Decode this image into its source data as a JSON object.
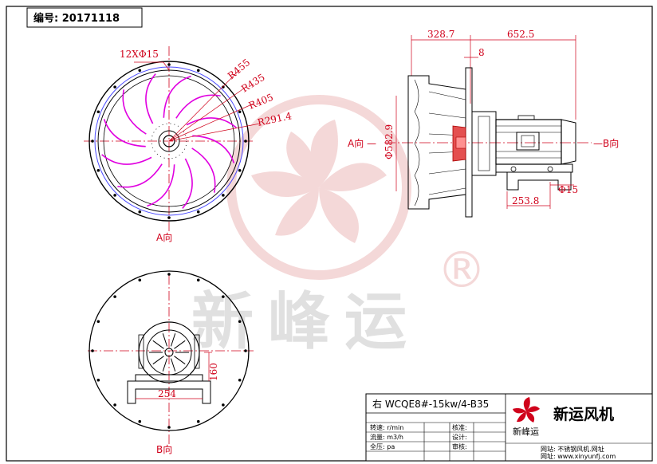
{
  "drawing_number_label": "编号: 20171118",
  "front_view": {
    "hole_note": "12XΦ15",
    "radii": [
      "R455",
      "R435",
      "R405",
      "R291.4"
    ],
    "view_label": "A向"
  },
  "side_view": {
    "dim_left": "328.7",
    "dim_right": "652.5",
    "dim_thickness": "8",
    "diameter": "Φ582.9",
    "foot_hole": "Φ15",
    "foot_span": "253.8",
    "label_a": "A向 —",
    "label_b": "—B向"
  },
  "rear_view": {
    "height": "160",
    "width": "254",
    "view_label": "B向"
  },
  "watermark": {
    "text": "新峰运",
    "registered": "®"
  },
  "title_block": {
    "model": "右 WCQE8#-15kw/4-B35",
    "fields": [
      {
        "label": "转速: r/min",
        "side": "核准:"
      },
      {
        "label": "流量: m3/h",
        "side": "设计:"
      },
      {
        "label": "全压: pa",
        "side": "审核:"
      }
    ],
    "logo_caption": "新峰运",
    "company": "新运风机",
    "footer1": "网站: 不锈钢风机.网址",
    "footer2": "网址: www.xinyunfj.com"
  },
  "colors": {
    "dimension": "#d0021b",
    "blade": "#e000e0",
    "outline": "#000000",
    "watermark": "#e8aaaa"
  }
}
